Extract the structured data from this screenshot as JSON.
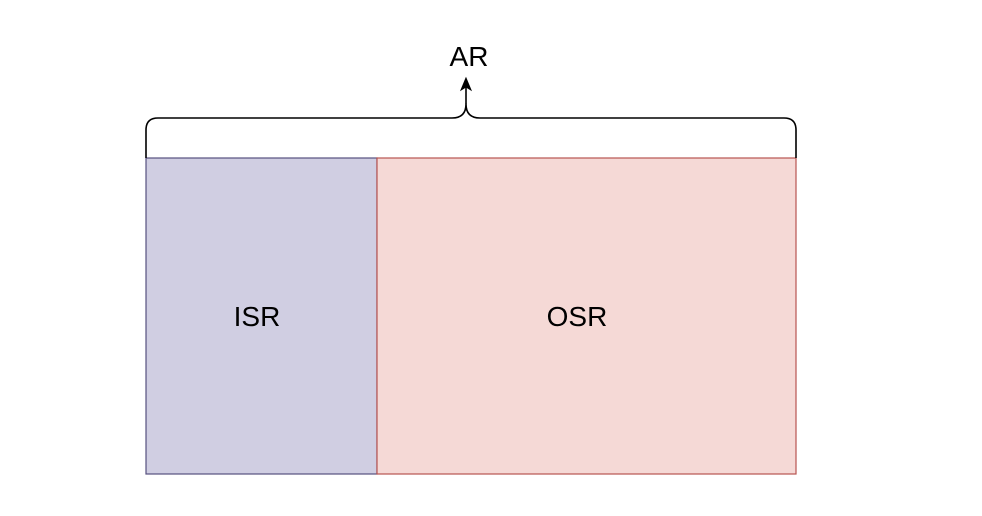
{
  "diagram": {
    "top_label": "AR",
    "segments": [
      {
        "label": "ISR",
        "fill": "#d0cee2",
        "stroke": "#56517e"
      },
      {
        "label": "OSR",
        "fill": "#f5d9d6",
        "stroke": "#b85450"
      }
    ],
    "brace_color": "#000000",
    "arrow_color": "#000000"
  }
}
